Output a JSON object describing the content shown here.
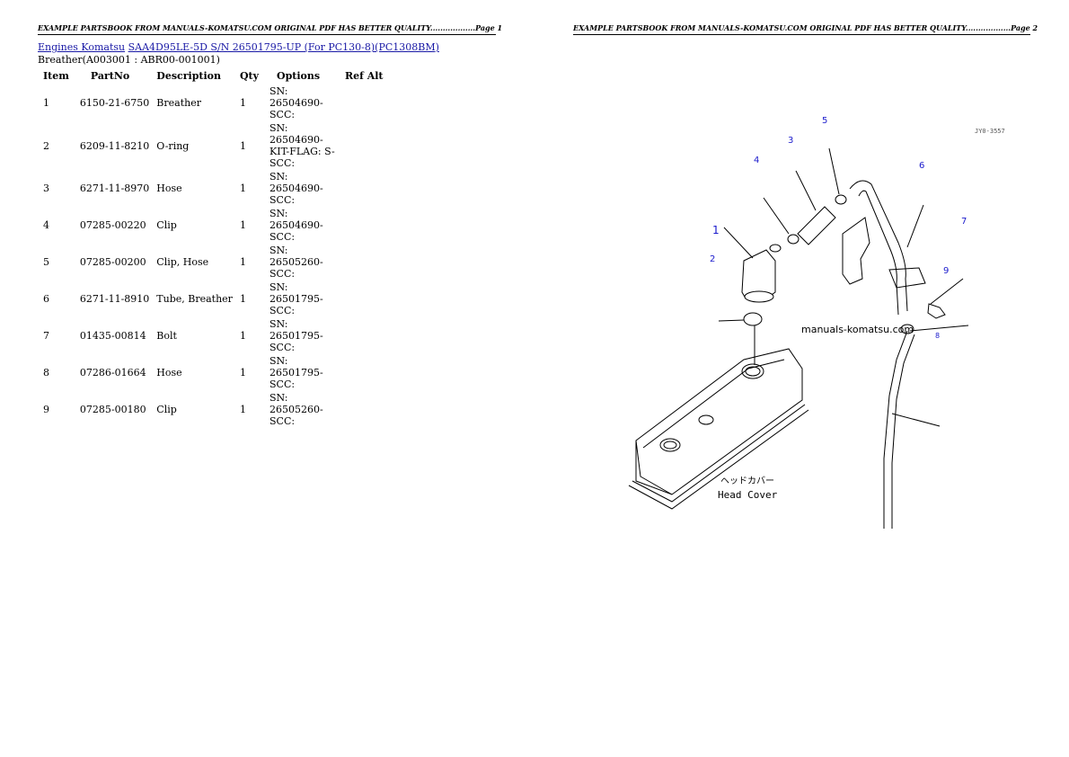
{
  "header": {
    "page1": "EXAMPLE PARTSBOOK FROM MANUALS-KOMATSU.COM ORIGINAL PDF HAS BETTER QUALITY..................Page 1",
    "page2": "EXAMPLE PARTSBOOK FROM MANUALS-KOMATSU.COM ORIGINAL PDF HAS BETTER QUALITY..................Page 2"
  },
  "breadcrumb": {
    "link1": "Engines Komatsu",
    "link2": "SAA4D95LE-5D S/N 26501795-UP (For PC130-8)(PC1308BM)"
  },
  "subtitle": "Breather(A003001 : ABR00-001001)",
  "table": {
    "headers": [
      "Item",
      "PartNo",
      "Description",
      "Qty",
      "Options",
      "Ref Alt"
    ],
    "rows": [
      {
        "item": "1",
        "partno": "6150-21-6750",
        "desc": "Breather",
        "qty": "1",
        "options": "SN: 26504690-SCC:"
      },
      {
        "item": "2",
        "partno": "6209-11-8210",
        "desc": "O-ring",
        "qty": "1",
        "options": "SN: 26504690-KIT-FLAG: S-SCC:"
      },
      {
        "item": "3",
        "partno": "6271-11-8970",
        "desc": "Hose",
        "qty": "1",
        "options": "SN: 26504690-SCC:"
      },
      {
        "item": "4",
        "partno": "07285-00220",
        "desc": "Clip",
        "qty": "1",
        "options": "SN: 26504690-SCC:"
      },
      {
        "item": "5",
        "partno": "07285-00200",
        "desc": "Clip, Hose",
        "qty": "1",
        "options": "SN: 26505260-SCC:"
      },
      {
        "item": "6",
        "partno": "6271-11-8910",
        "desc": "Tube, Breather",
        "qty": "1",
        "options": "SN: 26501795-SCC:"
      },
      {
        "item": "7",
        "partno": "01435-00814",
        "desc": "Bolt",
        "qty": "1",
        "options": "SN: 26501795-SCC:"
      },
      {
        "item": "8",
        "partno": "07286-01664",
        "desc": "Hose",
        "qty": "1",
        "options": "SN: 26501795-SCC:"
      },
      {
        "item": "9",
        "partno": "07285-00180",
        "desc": "Clip",
        "qty": "1",
        "options": "SN: 26505260-SCC:"
      }
    ]
  },
  "diagram": {
    "callouts": [
      "1",
      "2",
      "3",
      "4",
      "5",
      "6",
      "7",
      "8",
      "9"
    ],
    "drawing_code": "JY0-3557",
    "watermark": "manuals-komatsu.com",
    "label_jp": "ヘッドカバー",
    "label_en": "Head Cover"
  }
}
